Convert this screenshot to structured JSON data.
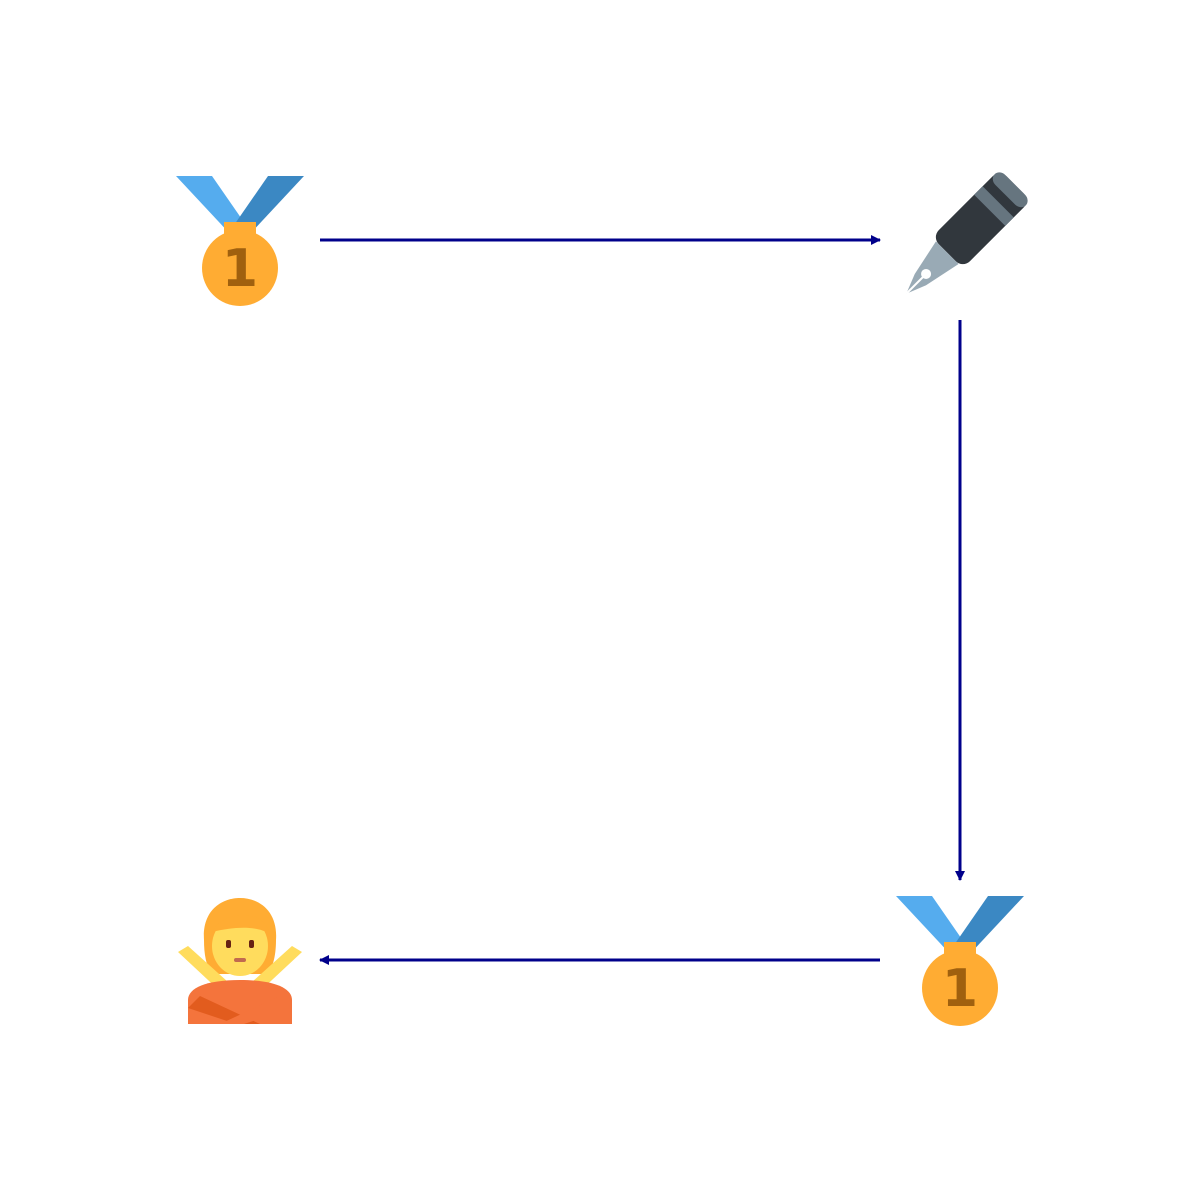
{
  "diagram": {
    "background": "#ffffff",
    "edge_color": "#00008b",
    "nodes": [
      {
        "id": "medal-top-left",
        "icon": "first-place-medal-icon"
      },
      {
        "id": "pen-top-right",
        "icon": "fountain-pen-icon"
      },
      {
        "id": "medal-bottom-right",
        "icon": "first-place-medal-icon"
      },
      {
        "id": "person-bottom-left",
        "icon": "person-gesturing-no-icon"
      }
    ],
    "edges": [
      {
        "from": "medal-top-left",
        "to": "pen-top-right"
      },
      {
        "from": "pen-top-right",
        "to": "medal-bottom-right"
      },
      {
        "from": "medal-bottom-right",
        "to": "person-bottom-left"
      }
    ],
    "medal_label": "1",
    "colors": {
      "ribbon_light": "#55acee",
      "ribbon_dark": "#3b88c3",
      "medal_gold": "#ffac33",
      "medal_text": "#a0600e",
      "pen_body": "#31373d",
      "pen_band": "#66757f",
      "pen_nib": "#99aab5",
      "person_skin": "#ffdc5d",
      "person_hair": "#ffac33",
      "person_shirt": "#f4743c",
      "person_shirt_dark": "#e25c1e"
    }
  }
}
